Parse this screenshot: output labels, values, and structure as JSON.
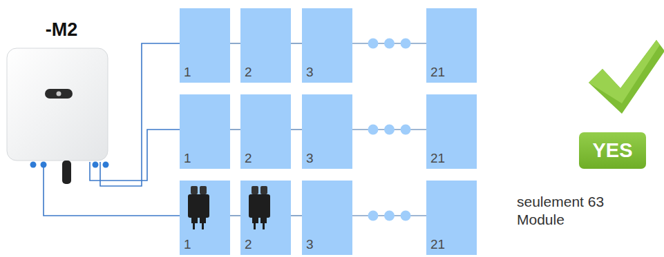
{
  "diagram": {
    "nodes": [
      {
        "text": [
          "-M2"
        ]
      },
      {
        "text": [
          "1"
        ]
      },
      {
        "text": [
          "2"
        ]
      },
      {
        "text": [
          "3"
        ]
      },
      {
        "text": [
          "21"
        ]
      },
      {
        "text": [
          "1"
        ]
      },
      {
        "text": [
          "2"
        ]
      },
      {
        "text": [
          "3"
        ]
      },
      {
        "text": [
          "21"
        ]
      },
      {
        "text": [
          "1"
        ]
      },
      {
        "text": [
          "2"
        ]
      },
      {
        "text": [
          "3"
        ]
      },
      {
        "text": [
          "21"
        ]
      },
      {
        "text": [
          "YES"
        ]
      }
    ],
    "edges": [
      {
        "from": 0,
        "to": 1,
        "arrow": "none"
      },
      {
        "from": 0,
        "to": 5,
        "arrow": "none"
      },
      {
        "from": 0,
        "to": 9,
        "arrow": "none"
      },
      {
        "from": 1,
        "to": 2,
        "arrow": "none"
      },
      {
        "from": 2,
        "to": 3,
        "arrow": "none"
      },
      {
        "from": 3,
        "to": 4,
        "arrow": "none"
      },
      {
        "from": 5,
        "to": 6,
        "arrow": "none"
      },
      {
        "from": 6,
        "to": 7,
        "arrow": "none"
      },
      {
        "from": 7,
        "to": 8,
        "arrow": "none"
      },
      {
        "from": 9,
        "to": 10,
        "arrow": "none"
      },
      {
        "from": 10,
        "to": 11,
        "arrow": "none"
      },
      {
        "from": 11,
        "to": 12,
        "arrow": "none"
      }
    ],
    "labels": [
      "seulement 63 Module"
    ]
  }
}
